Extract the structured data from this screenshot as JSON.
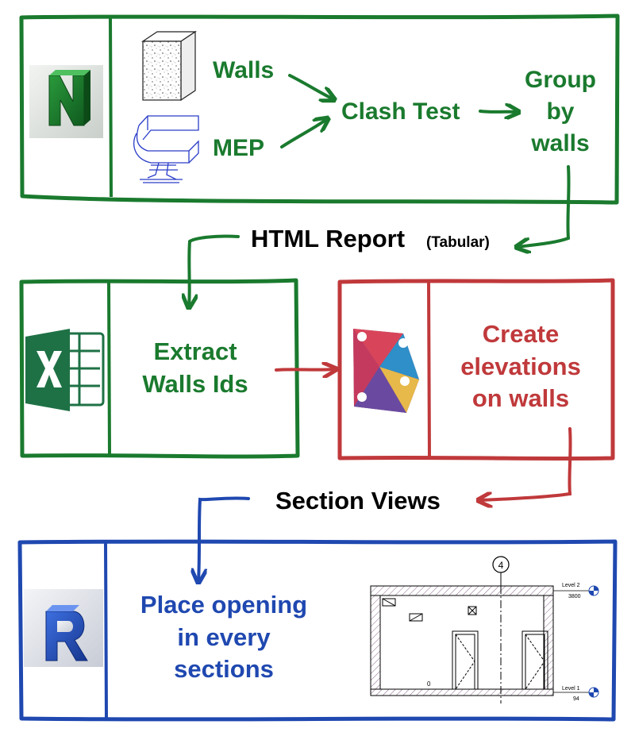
{
  "colors": {
    "green": "#1a7a2e",
    "red": "#c0393b",
    "blue": "#1f48b0",
    "black": "#000000"
  },
  "stage1": {
    "app_icon": "navisworks-icon",
    "input_1": "Walls",
    "input_2": "MEP",
    "process": "Clash Test",
    "output": [
      "Group",
      "by",
      "walls"
    ]
  },
  "transfer_1": {
    "label": "HTML Report",
    "qualifier": "(Tabular)"
  },
  "stage2": {
    "app_icon": "excel-icon",
    "action": [
      "Extract",
      "Walls Ids"
    ]
  },
  "stage3": {
    "app_icon": "dynamo-icon",
    "action": [
      "Create",
      "elevations",
      "on walls"
    ]
  },
  "transfer_2": {
    "label": "Section Views"
  },
  "stage4": {
    "app_icon": "revit-icon",
    "action": [
      "Place opening",
      "in every",
      "sections"
    ],
    "drawing": {
      "grid_bubble": "4",
      "level_top_name": "Level 2",
      "level_top_value": "3800",
      "level_bottom_name": "Level 1",
      "level_bottom_value": "94",
      "mark": "0"
    }
  }
}
